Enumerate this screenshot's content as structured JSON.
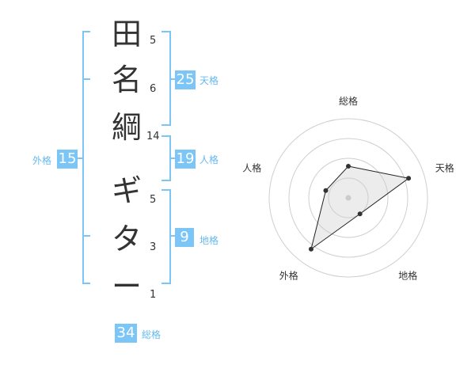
{
  "name_chars": [
    {
      "char": "田",
      "strokes": "5"
    },
    {
      "char": "名",
      "strokes": "6"
    },
    {
      "char": "綱",
      "strokes": "14"
    },
    {
      "char": "ギ",
      "strokes": "5"
    },
    {
      "char": "タ",
      "strokes": "3"
    },
    {
      "char": "ー",
      "strokes": "1"
    }
  ],
  "fortune": {
    "tenkaku": {
      "value": "25",
      "label": "天格"
    },
    "jinkaku": {
      "value": "19",
      "label": "人格"
    },
    "chikaku": {
      "value": "9",
      "label": "地格"
    },
    "gaikaku": {
      "value": "15",
      "label": "外格"
    },
    "soukaku": {
      "value": "34",
      "label": "総格"
    }
  },
  "colors": {
    "accent": "#7bc6f6",
    "label": "#66b8ee",
    "text": "#333333"
  },
  "chart_data": {
    "type": "radar",
    "axes": [
      "総格",
      "天格",
      "地格",
      "外格",
      "人格"
    ],
    "values": [
      0.4,
      0.8,
      0.25,
      0.8,
      0.3
    ],
    "rings": 4
  }
}
